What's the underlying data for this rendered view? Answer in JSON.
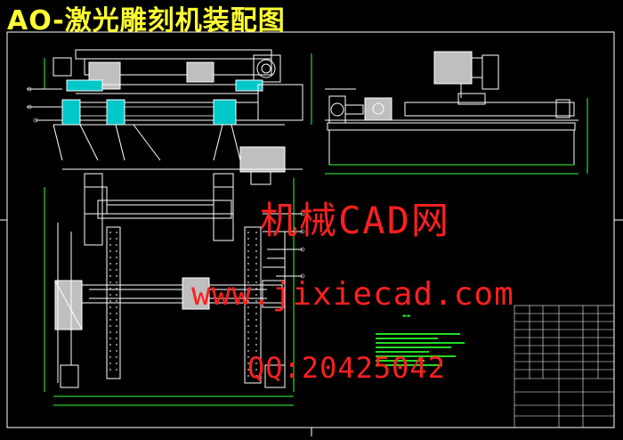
{
  "title": "AO-激光雕刻机装配图",
  "watermark": {
    "line1": "机械CAD网",
    "line2": "www.jixiecad.com",
    "line3": "QQ:20425042"
  },
  "colors": {
    "background": "#000000",
    "title": "#ffff33",
    "watermark": "#ff2020",
    "line": "#ffffff",
    "part_fill": "#bfbfbf",
    "dim": "#33ff33",
    "accent_cyan": "#00ffff"
  }
}
